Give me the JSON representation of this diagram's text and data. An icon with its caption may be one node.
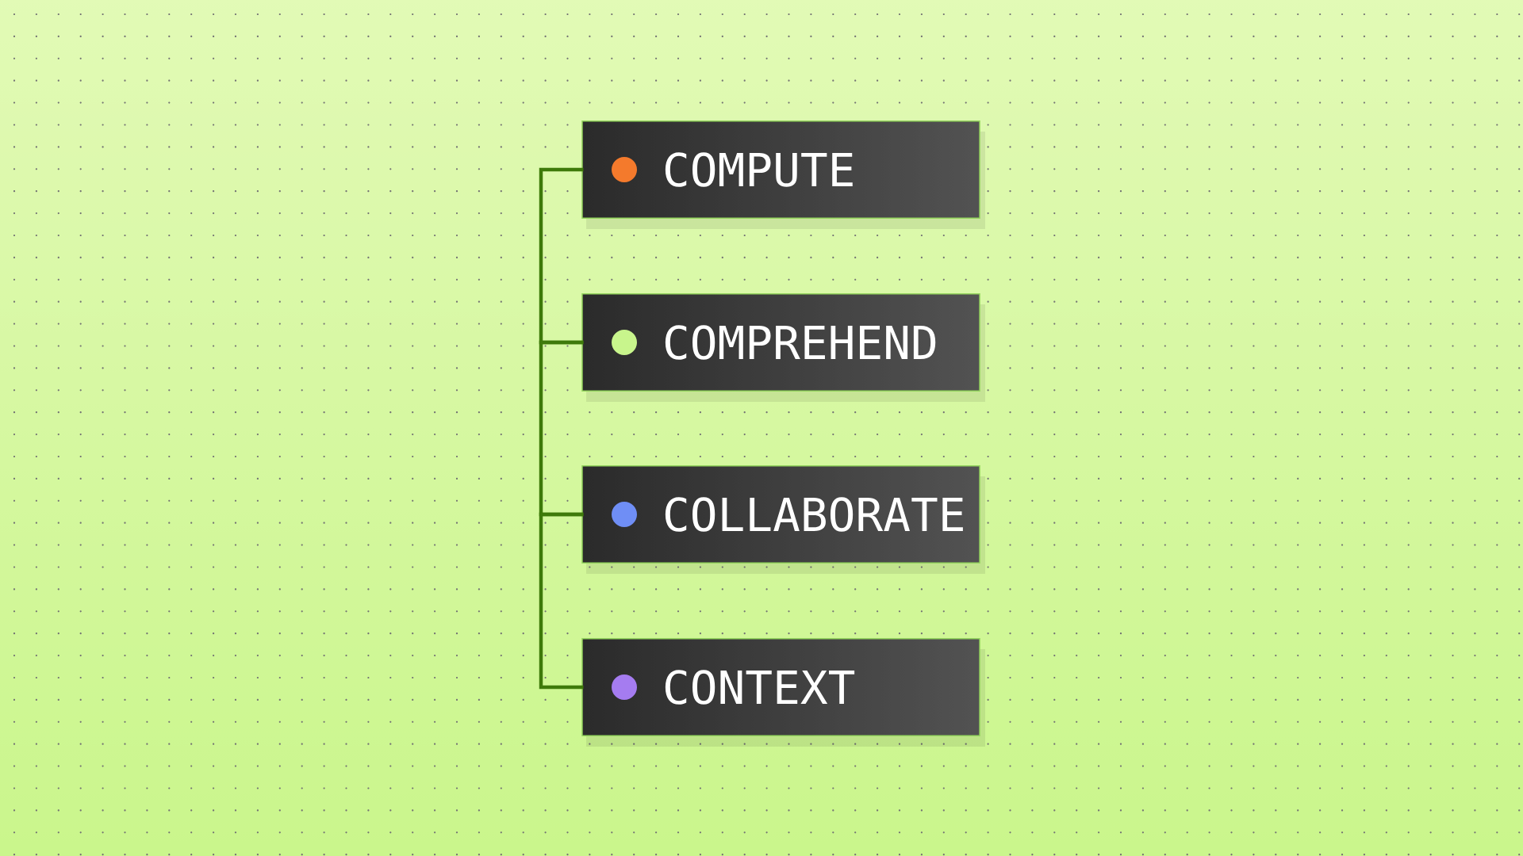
{
  "diagram": {
    "nodes": [
      {
        "text": [
          "COMPUTE"
        ]
      },
      {
        "text": [
          "COMPREHEND"
        ]
      },
      {
        "text": [
          "COLLABORATE"
        ]
      },
      {
        "text": [
          "CONTEXT"
        ]
      }
    ],
    "edges": [
      {
        "from": 0,
        "to": 1,
        "arrow": "none"
      },
      {
        "from": 1,
        "to": 2,
        "arrow": "none"
      },
      {
        "from": 2,
        "to": 3,
        "arrow": "none"
      }
    ]
  }
}
